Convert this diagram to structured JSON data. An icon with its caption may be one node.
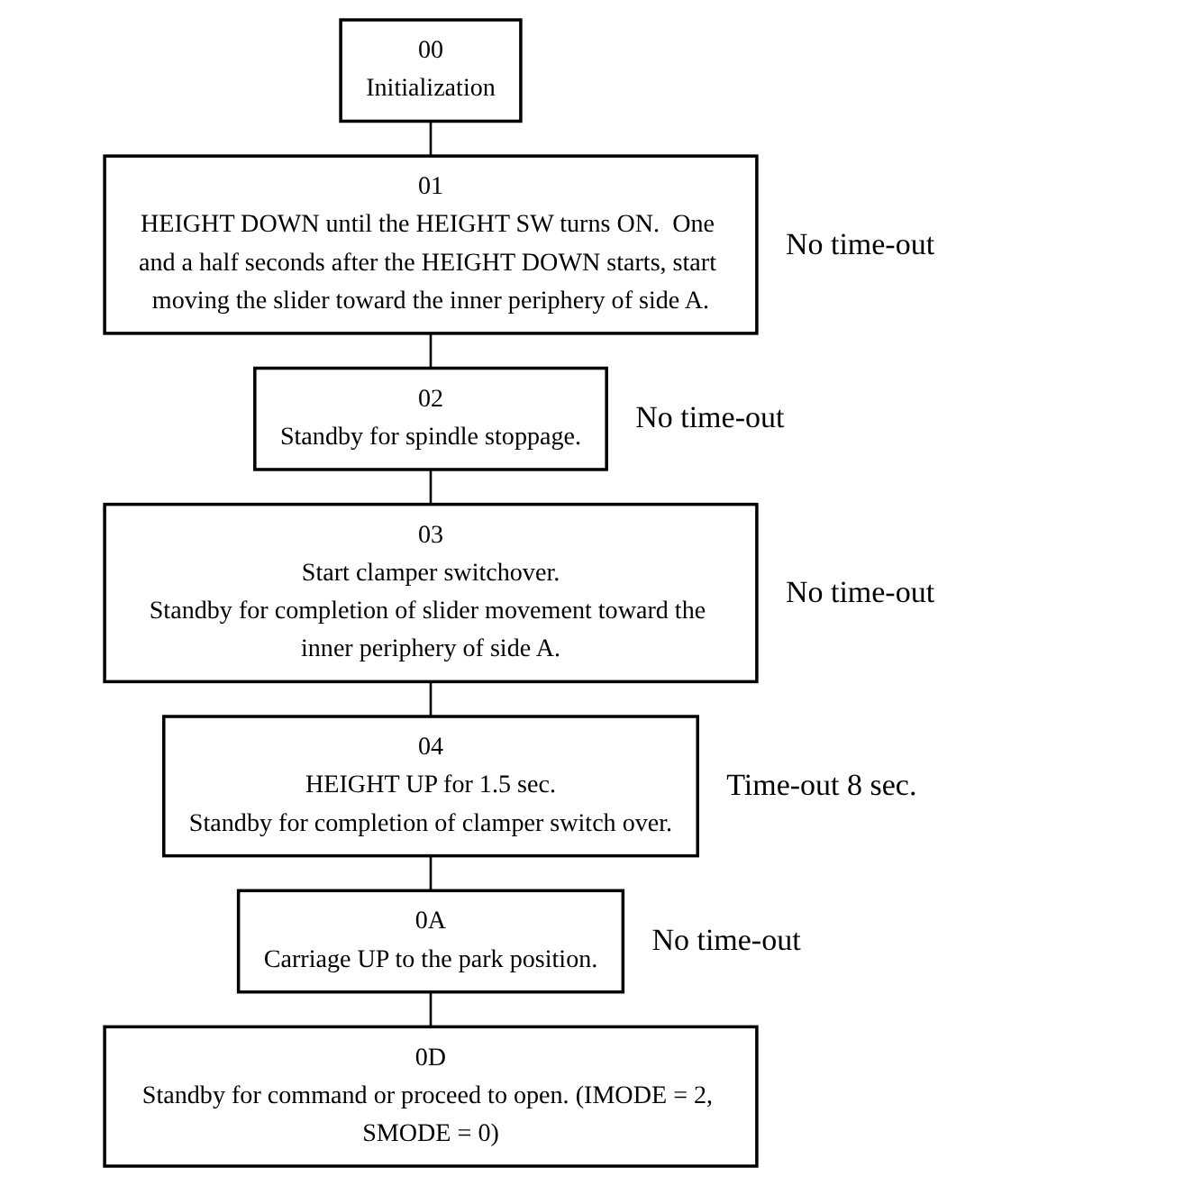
{
  "diagram": {
    "nodes": [
      {
        "text": [
          "00",
          "Initialization"
        ]
      },
      {
        "text": [
          "01",
          "HEIGHT DOWN until the HEIGHT SW turns ON.  One and a half seconds after the HEIGHT DOWN starts, start moving the slider toward the inner periphery of side A."
        ],
        "beside": [
          "No time-out"
        ]
      },
      {
        "text": [
          "02",
          "Standby for spindle stoppage."
        ],
        "beside": [
          "No time-out"
        ]
      },
      {
        "text": [
          "03",
          "Start clamper switchover.",
          "Standby for completion of slider movement toward the inner periphery of side A."
        ],
        "beside": [
          "No time-out"
        ]
      },
      {
        "text": [
          "04",
          "HEIGHT UP for 1.5 sec.",
          "Standby for completion of clamper switch over."
        ],
        "beside": [
          "Time-out 8 sec."
        ]
      },
      {
        "text": [
          "0A",
          "Carriage UP to the park position."
        ],
        "beside": [
          "No time-out"
        ]
      },
      {
        "text": [
          "0D",
          "Standby for command or proceed to open. (IMODE = 2, SMODE = 0)"
        ]
      }
    ],
    "edges": [
      {
        "from": 0,
        "to": 1,
        "arrow": "none"
      },
      {
        "from": 1,
        "to": 2,
        "arrow": "none"
      },
      {
        "from": 2,
        "to": 3,
        "arrow": "none"
      },
      {
        "from": 3,
        "to": 4,
        "arrow": "none"
      },
      {
        "from": 4,
        "to": 5,
        "arrow": "none"
      },
      {
        "from": 5,
        "to": 6,
        "arrow": "none"
      }
    ]
  }
}
